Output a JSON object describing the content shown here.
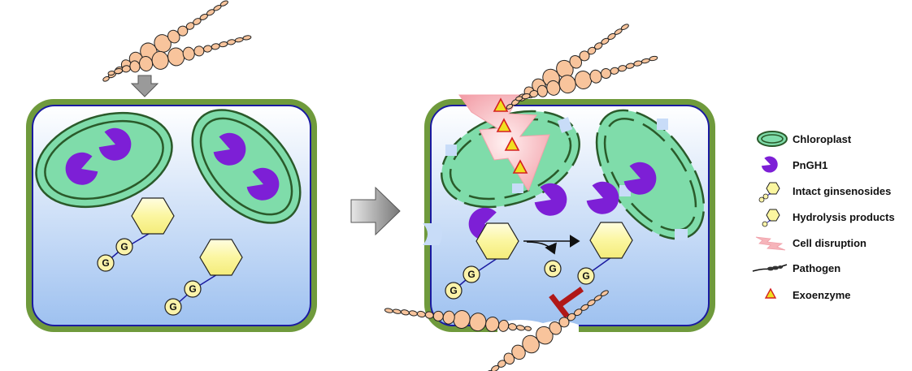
{
  "legend": {
    "items": [
      {
        "key": "chloroplast",
        "label": "Chloroplast"
      },
      {
        "key": "pngh1",
        "label": "PnGH1"
      },
      {
        "key": "intact",
        "label": "Intact ginsenosides"
      },
      {
        "key": "hydrolysis",
        "label": "Hydrolysis products"
      },
      {
        "key": "disruption",
        "label": "Cell disruption"
      },
      {
        "key": "pathogen",
        "label": "Pathogen"
      },
      {
        "key": "exoenzyme",
        "label": "Exoenzyme"
      }
    ]
  },
  "glucose_label": "G",
  "colors": {
    "cell_wall": "#6f9a3c",
    "cell_fill": "#c8dcf8",
    "membrane": "#1a1aa0",
    "chloroplast_fill": "#7fdcaa",
    "chloroplast_line": "#2a5a2a",
    "enzyme": "#7d1fd6",
    "ginsenoside": "#fbf7ab",
    "glucose": "#fbf3aa",
    "pathogen": "#f8c49c",
    "disruption": "#f6b4ba",
    "exoenzyme": "#f0e020",
    "inhibit": "#b01818"
  }
}
